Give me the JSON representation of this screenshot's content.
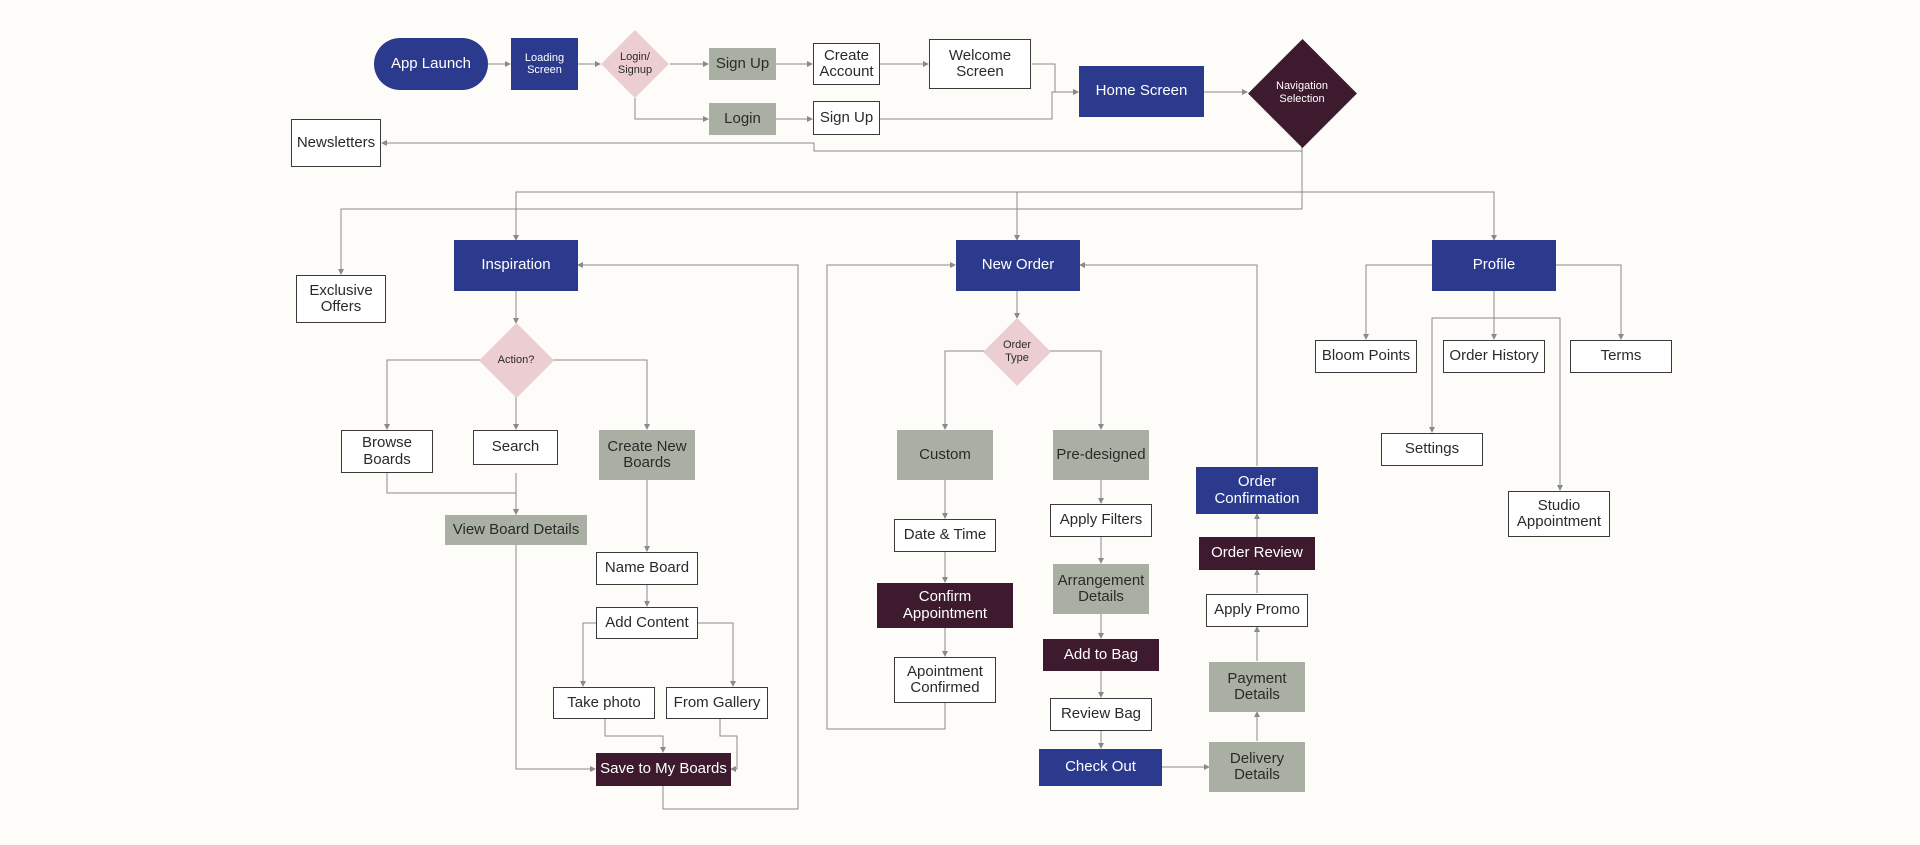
{
  "colors": {
    "background": "#fdfcf8",
    "blue": "#2b3a8c",
    "sage": "#a9b0a3",
    "plum": "#3d1a2e",
    "pink": "#ecced2",
    "line": "#8a8a8a"
  },
  "flow": {
    "onboarding": {
      "app_launch": "App Launch",
      "loading_screen": "Loading\nScreen",
      "login_signup": "Login/\nSignup",
      "sign_up": "Sign Up",
      "login": "Login",
      "create_account": "Create\nAccount",
      "sign_up_2": "Sign Up",
      "welcome_screen": "Welcome\nScreen",
      "home_screen": "Home Screen",
      "navigation_selection": "Navigation\nSelection",
      "newsletters": "Newsletters"
    },
    "inspiration": {
      "exclusive_offers": "Exclusive\nOffers",
      "title": "Inspiration",
      "action": "Action?",
      "browse_boards": "Browse\nBoards",
      "search": "Search",
      "create_new_boards": "Create New\nBoards",
      "view_board_details": "View Board Details",
      "name_board": "Name Board",
      "add_content": "Add Content",
      "take_photo": "Take photo",
      "from_gallery": "From Gallery",
      "save_to_my_boards": "Save to My Boards"
    },
    "new_order": {
      "title": "New Order",
      "order_type": "Order\nType",
      "custom": "Custom",
      "pre_designed": "Pre-designed",
      "date_time": "Date & Time",
      "confirm_appointment": "Confirm\nAppointment",
      "appointment_confirmed": "Apointment\nConfirmed",
      "apply_filters": "Apply Filters",
      "arrangement_details": "Arrangement\nDetails",
      "add_to_bag": "Add to Bag",
      "review_bag": "Review Bag",
      "check_out": "Check Out",
      "delivery_details": "Delivery\nDetails",
      "payment_details": "Payment\nDetails",
      "apply_promo": "Apply Promo",
      "order_review": "Order Review",
      "order_confirmation": "Order\nConfirmation"
    },
    "profile": {
      "title": "Profile",
      "bloom_points": "Bloom Points",
      "order_history": "Order History",
      "terms": "Terms",
      "settings": "Settings",
      "studio_appointment": "Studio\nAppointment"
    }
  }
}
